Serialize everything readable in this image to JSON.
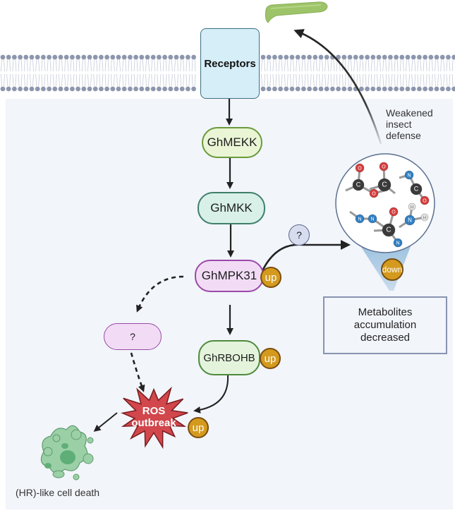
{
  "diagram": {
    "type": "signaling-pathway",
    "receptor": {
      "label": "Receptors"
    },
    "nodes": [
      {
        "id": "ghmekk",
        "label": "GhMEKK",
        "fill": "#eaf5d6",
        "stroke": "#6a9a3a"
      },
      {
        "id": "ghmkk",
        "label": "GhMKK",
        "fill": "#d8f0e8",
        "stroke": "#3f7f6a"
      },
      {
        "id": "ghmpk31",
        "label": "GhMPK31",
        "fill": "#f2dcf5",
        "stroke": "#9a4aa8",
        "badge": "up"
      },
      {
        "id": "unknown",
        "label": "?",
        "fill": "#f2dcf5",
        "stroke": "#9a4aa8"
      },
      {
        "id": "ghrbohb",
        "label": "GhRBOHB",
        "fill": "#e4f4dc",
        "stroke": "#4e8a3e",
        "badge": "up"
      }
    ],
    "ros": {
      "label_line1": "ROS",
      "label_line2": "outbreak",
      "badge": "up",
      "fill": "#d1474c"
    },
    "metabolites": {
      "question_label": "?",
      "badge": "down",
      "box_line1": "Metabolites",
      "box_line2": "accumulation",
      "box_line3": "decreased"
    },
    "insect": {
      "label_line1": "Weakened",
      "label_line2": "insect",
      "label_line3": "defense"
    },
    "cell_death": {
      "label": "(HR)-like cell death"
    },
    "edges": [
      {
        "from": "receptor",
        "to": "ghmekk",
        "style": "solid"
      },
      {
        "from": "ghmekk",
        "to": "ghmkk",
        "style": "solid"
      },
      {
        "from": "ghmkk",
        "to": "ghmpk31",
        "style": "solid"
      },
      {
        "from": "ghmpk31",
        "to": "ghrbohb",
        "style": "solid"
      },
      {
        "from": "ghmpk31",
        "to": "unknown",
        "style": "dashed"
      },
      {
        "from": "unknown",
        "to": "ros",
        "style": "dashed"
      },
      {
        "from": "ghrbohb",
        "to": "ros",
        "style": "solid"
      },
      {
        "from": "ghmpk31",
        "to": "metabolites",
        "style": "solid"
      },
      {
        "from": "metabolites",
        "to": "insect",
        "style": "solid"
      },
      {
        "from": "ros",
        "to": "cell_death",
        "style": "solid"
      }
    ],
    "colors": {
      "badge": "#d49a1e",
      "arrow": "#222222",
      "membrane": "#8c96ad",
      "oxygen": "#d63c3c",
      "nitrogen": "#2f7fc4",
      "carbon": "#3a3a3a",
      "hydrogen": "#e2e2e2"
    }
  }
}
